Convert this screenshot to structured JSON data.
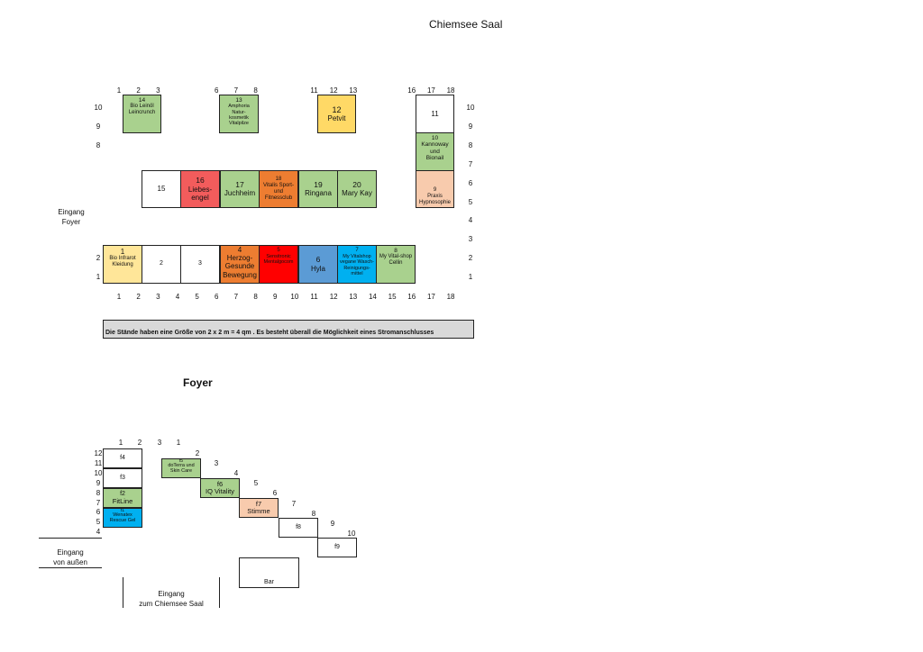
{
  "saal": {
    "title": "Chiemsee Saal",
    "top_cols": [
      {
        "label": "1",
        "col": 1
      },
      {
        "label": "2",
        "col": 2
      },
      {
        "label": "3",
        "col": 3
      },
      {
        "label": "6",
        "col": 6
      },
      {
        "label": "7",
        "col": 7
      },
      {
        "label": "8",
        "col": 8
      },
      {
        "label": "11",
        "col": 11
      },
      {
        "label": "12",
        "col": 12
      },
      {
        "label": "13",
        "col": 13
      },
      {
        "label": "16",
        "col": 16
      },
      {
        "label": "17",
        "col": 17
      },
      {
        "label": "18",
        "col": 18
      }
    ],
    "bottom_cols": [
      "1",
      "2",
      "3",
      "4",
      "5",
      "6",
      "7",
      "8",
      "9",
      "10",
      "11",
      "12",
      "13",
      "14",
      "15",
      "16",
      "17",
      "18"
    ],
    "left_rows": [
      {
        "label": "10",
        "row": 10
      },
      {
        "label": "9",
        "row": 9
      },
      {
        "label": "8",
        "row": 8
      },
      {
        "label": "2",
        "row": 2
      },
      {
        "label": "1",
        "row": 1
      }
    ],
    "right_rows": [
      "10",
      "9",
      "8",
      "7",
      "6",
      "5",
      "4",
      "3",
      "2",
      "1"
    ],
    "entrance": "Eingang\nFoyer",
    "stands": [
      {
        "id": "s14",
        "num": "14",
        "label": "Bio Leinöl\nLeincrunch",
        "color": "green",
        "nsize": "6.5px",
        "lsize": "6px"
      },
      {
        "id": "s13",
        "num": "13",
        "label": "Amphoria\nNatur-\nkosmetik\nVitalpilze",
        "color": "green",
        "nsize": "6.5px",
        "lsize": "5.5px"
      },
      {
        "id": "s12",
        "num": "12",
        "label": "Petvit",
        "color": "yellow",
        "nsize": "9px",
        "lsize": "8px"
      },
      {
        "id": "s11",
        "num": "11",
        "label": "",
        "color": "white",
        "nsize": "8px",
        "lsize": "7px"
      },
      {
        "id": "s10",
        "num": "10",
        "label": "Kannoway\nund\nBionail",
        "color": "green",
        "nsize": "6.5px",
        "lsize": "6.5px"
      },
      {
        "id": "s9",
        "num": "9",
        "label": "Praxis\nHypnosophie",
        "color": "peach",
        "nsize": "6px",
        "lsize": "6px"
      },
      {
        "id": "s15",
        "num": "15",
        "label": "",
        "color": "white",
        "nsize": "8px",
        "lsize": "7px"
      },
      {
        "id": "s16",
        "num": "16",
        "label": "Liebes-\nengel",
        "color": "red",
        "nsize": "8.5px",
        "lsize": "8px"
      },
      {
        "id": "s17",
        "num": "17",
        "label": "Juchheim",
        "color": "green",
        "nsize": "8.5px",
        "lsize": "8px"
      },
      {
        "id": "s18",
        "num": "18",
        "label": "Vitalis Sport-\nund\nFitnessclub",
        "color": "orange",
        "nsize": "6px",
        "lsize": "6px"
      },
      {
        "id": "s19",
        "num": "19",
        "label": "Ringana",
        "color": "green",
        "nsize": "8.5px",
        "lsize": "8px"
      },
      {
        "id": "s20",
        "num": "20",
        "label": "Mary Kay",
        "color": "green",
        "nsize": "8.5px",
        "lsize": "8px"
      },
      {
        "id": "s1",
        "num": "1",
        "label": "Bio Infrarot\nKleidung",
        "color": "lyellow",
        "nsize": "8px",
        "lsize": "6px"
      },
      {
        "id": "s2",
        "num": "2",
        "label": "",
        "color": "white",
        "nsize": "7px",
        "lsize": "7px"
      },
      {
        "id": "s3",
        "num": "3",
        "label": "",
        "color": "white",
        "nsize": "7px",
        "lsize": "7px"
      },
      {
        "id": "s4",
        "num": "4",
        "label": "Herzog-\nGesunde\nBewegung",
        "color": "orange",
        "nsize": "8px",
        "lsize": "8px"
      },
      {
        "id": "s5",
        "num": "5",
        "label": "Sensitronic\nMentalgocom",
        "color": "bred",
        "nsize": "6px",
        "lsize": "5.5px"
      },
      {
        "id": "s6",
        "num": "6",
        "label": "Hyla",
        "color": "blue",
        "nsize": "8.5px",
        "lsize": "8px"
      },
      {
        "id": "s7",
        "num": "7",
        "label": "My Vitalshop\nvegane Wasch-\nReinigungs-\nmittel",
        "color": "cyan",
        "nsize": "6px",
        "lsize": "5.5px"
      },
      {
        "id": "s8",
        "num": "8",
        "label": "My Vital-shop\nCellin",
        "color": "green",
        "nsize": "6.5px",
        "lsize": "6px"
      }
    ],
    "note": "Die Stände haben eine Größe von 2 x 2 m = 4 qm . Es besteht überall die Möglichkeit eines Stromanschlusses"
  },
  "foyer": {
    "title": "Foyer",
    "left_rows": [
      "12",
      "11",
      "10",
      "9",
      "8",
      "7",
      "6",
      "5",
      "4"
    ],
    "top_labels": [
      "1",
      "2",
      "3",
      "1"
    ],
    "diag_labels": [
      "2",
      "3",
      "4",
      "5",
      "6",
      "7",
      "8",
      "9",
      "10"
    ],
    "stands": [
      {
        "id": "f4",
        "num": "f4",
        "label": "",
        "color": "white",
        "nsize": "7px",
        "lsize": "6px"
      },
      {
        "id": "f3",
        "num": "f3",
        "label": "",
        "color": "white",
        "nsize": "7px",
        "lsize": "6px"
      },
      {
        "id": "f2",
        "num": "f2",
        "label": "FitLine",
        "color": "green",
        "nsize": "7px",
        "lsize": "7.5px"
      },
      {
        "id": "f1",
        "num": "f1",
        "label": "Wenatex\nRescue Gel",
        "color": "cyan",
        "nsize": "5px",
        "lsize": "5.5px"
      },
      {
        "id": "f5",
        "num": "f5",
        "label": "doTerra und\nSkin Care",
        "color": "green",
        "nsize": "5px",
        "lsize": "5.5px"
      },
      {
        "id": "f6",
        "num": "f6",
        "label": "IQ Vitality",
        "color": "green",
        "nsize": "7.5px",
        "lsize": "7.5px"
      },
      {
        "id": "f7",
        "num": "f7",
        "label": "Stimme",
        "color": "peach",
        "nsize": "7.5px",
        "lsize": "7.5px"
      },
      {
        "id": "f8",
        "num": "f8",
        "label": "",
        "color": "white",
        "nsize": "7px",
        "lsize": "6px"
      },
      {
        "id": "f9",
        "num": "f9",
        "label": "",
        "color": "white",
        "nsize": "7px",
        "lsize": "6px"
      },
      {
        "id": "bar",
        "num": "Bar",
        "label": "",
        "color": "white",
        "nsize": "7px",
        "lsize": "6px"
      }
    ],
    "entrance_outside": "Eingang\nvon außen",
    "entrance_saal": "Eingang\nzum Chiemsee Saal"
  }
}
